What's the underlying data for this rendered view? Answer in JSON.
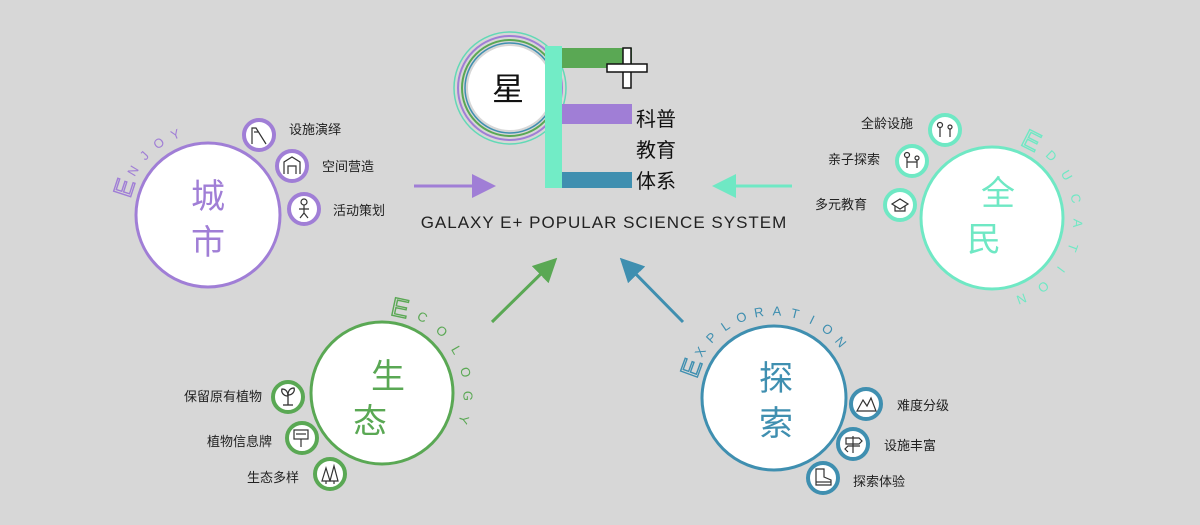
{
  "center": {
    "star_char": "星",
    "plus_sign": "+",
    "lines": [
      "科普",
      "教育",
      "体系"
    ],
    "subtitle": "GALAXY E+ POPULAR SCIENCE SYSTEM"
  },
  "nodes": {
    "enjoy": {
      "chars": [
        "城",
        "市"
      ],
      "arc_word": [
        "E",
        "N",
        "J",
        "O",
        "Y"
      ],
      "color": "#a07ed6",
      "items": [
        {
          "label": "设施演绎",
          "icon": "slide-icon"
        },
        {
          "label": "空间营造",
          "icon": "playground-icon"
        },
        {
          "label": "活动策划",
          "icon": "activity-icon"
        }
      ]
    },
    "education": {
      "chars": [
        "全",
        "民"
      ],
      "arc_word": [
        "E",
        "D",
        "U",
        "C",
        "A",
        "T",
        "I",
        "O",
        "N"
      ],
      "color": "#6fe8c4",
      "items": [
        {
          "label": "全龄设施",
          "icon": "all-ages-icon"
        },
        {
          "label": "亲子探索",
          "icon": "family-icon"
        },
        {
          "label": "多元教育",
          "icon": "education-icon"
        }
      ]
    },
    "ecology": {
      "chars": [
        "生",
        "态"
      ],
      "arc_word": [
        "E",
        "C",
        "O",
        "L",
        "O",
        "G",
        "Y"
      ],
      "color": "#5aa854",
      "items": [
        {
          "label": "保留原有植物",
          "icon": "sprout-icon"
        },
        {
          "label": "植物信息牌",
          "icon": "plant-sign-icon"
        },
        {
          "label": "生态多样",
          "icon": "forest-icon"
        }
      ]
    },
    "exploration": {
      "chars": [
        "探",
        "索"
      ],
      "arc_word": [
        "E",
        "X",
        "P",
        "L",
        "O",
        "R",
        "A",
        "T",
        "I",
        "O",
        "N"
      ],
      "color": "#3f8fb0",
      "items": [
        {
          "label": "难度分级",
          "icon": "difficulty-icon"
        },
        {
          "label": "设施丰富",
          "icon": "signpost-icon"
        },
        {
          "label": "探索体验",
          "icon": "boot-icon"
        }
      ]
    }
  }
}
